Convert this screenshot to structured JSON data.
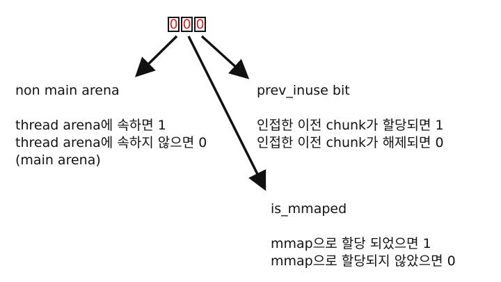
{
  "colors": {
    "bit_text": "#e02020",
    "line": "#111111",
    "text": "#111111"
  },
  "bits": [
    "0",
    "0",
    "0"
  ],
  "non_main_arena": {
    "title": "non main arena",
    "lines": [
      "thread arena에 속하면 1",
      "thread arena에 속하지 않으면 0",
      "(main arena)"
    ]
  },
  "prev_inuse": {
    "title": "prev_inuse bit",
    "lines": [
      "인접한 이전 chunk가 할당되면 1",
      "인접한 이전 chunk가 해제되면 0"
    ]
  },
  "is_mmaped": {
    "title": "is_mmaped",
    "lines": [
      "mmap으로 할당 되었으면 1",
      "mmap으로 할당되지 않았으면 0"
    ]
  }
}
